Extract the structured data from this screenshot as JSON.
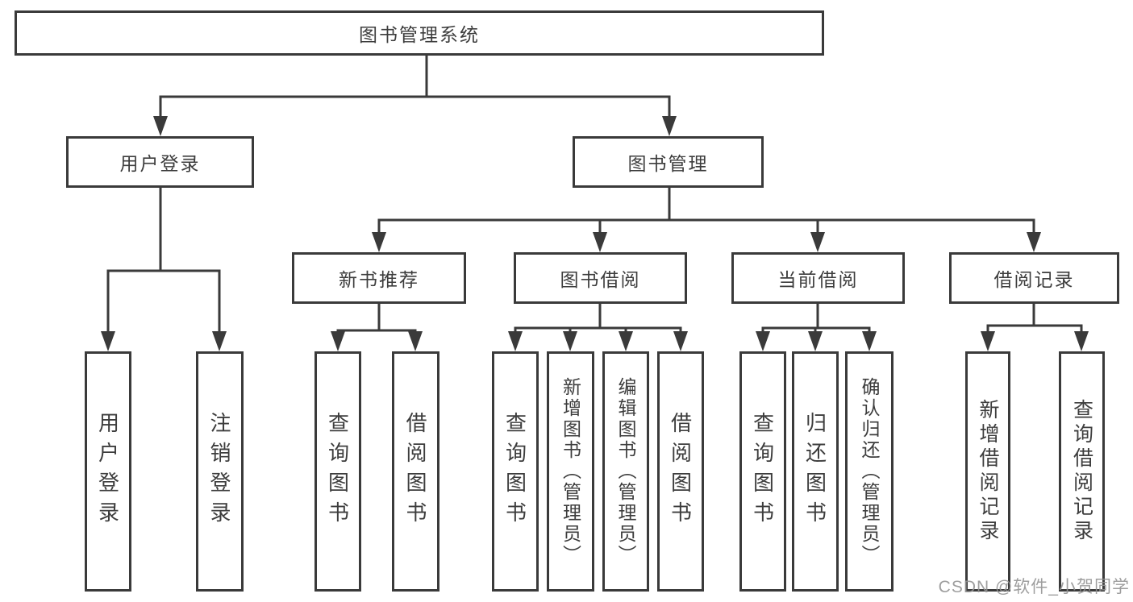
{
  "watermark": "CSDN @软件_小贺同学",
  "colors": {
    "line": "#3a3a3a",
    "text": "#3d3d3d",
    "background": "#ffffff",
    "watermark": "#949494"
  },
  "nodes": {
    "root": "图书管理系统",
    "level2": {
      "login": "用户登录",
      "management": "图书管理"
    },
    "level3": {
      "recommend": "新书推荐",
      "borrow": "图书借阅",
      "current": "当前借阅",
      "records": "借阅记录"
    },
    "children": {
      "login": [
        "用户登录",
        "注销登录"
      ],
      "recommend": [
        "查询图书",
        "借阅图书"
      ],
      "borrow": [
        "查询图书",
        "新增图书（管理员）",
        "编辑图书（管理员）",
        "借阅图书"
      ],
      "current": [
        "查询图书",
        "归还图书",
        "确认归还（管理员）"
      ],
      "records": [
        "新增借阅记录",
        "查询借阅记录"
      ]
    }
  }
}
